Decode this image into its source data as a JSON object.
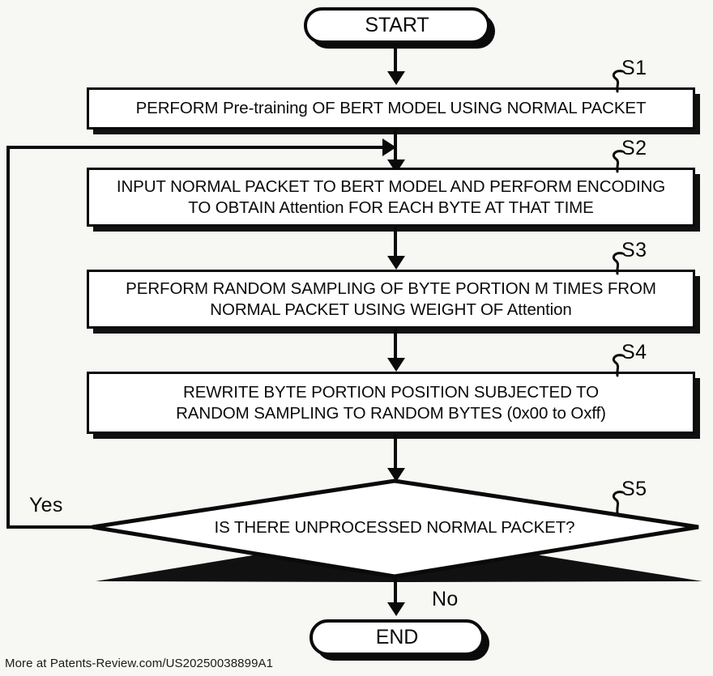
{
  "figure": {
    "type": "flowchart",
    "orientation": "top-to-bottom",
    "background_color": "#f7f7f4",
    "line_color": "#0a0a0a"
  },
  "nodes": {
    "start": {
      "label": "START",
      "shape": "terminator"
    },
    "s1": {
      "ref": "S1",
      "shape": "process",
      "label": "PERFORM Pre-training OF BERT MODEL USING NORMAL PACKET"
    },
    "s2": {
      "ref": "S2",
      "shape": "process",
      "label": "INPUT NORMAL PACKET TO BERT MODEL AND PERFORM ENCODING\nTO OBTAIN Attention FOR EACH BYTE AT THAT TIME"
    },
    "s3": {
      "ref": "S3",
      "shape": "process",
      "label": "PERFORM RANDOM SAMPLING OF BYTE PORTION M TIMES FROM\nNORMAL PACKET USING WEIGHT OF Attention"
    },
    "s4": {
      "ref": "S4",
      "shape": "process",
      "label": "REWRITE BYTE PORTION POSITION SUBJECTED TO\nRANDOM SAMPLING TO RANDOM BYTES (0x00 to Oxff)"
    },
    "s5": {
      "ref": "S5",
      "shape": "decision",
      "label": "IS THERE UNPROCESSED NORMAL PACKET?"
    },
    "end": {
      "label": "END",
      "shape": "terminator"
    }
  },
  "branches": {
    "yes": "Yes",
    "no": "No"
  },
  "footer": {
    "text": "More at Patents-Review.com/US20250038899A1"
  }
}
